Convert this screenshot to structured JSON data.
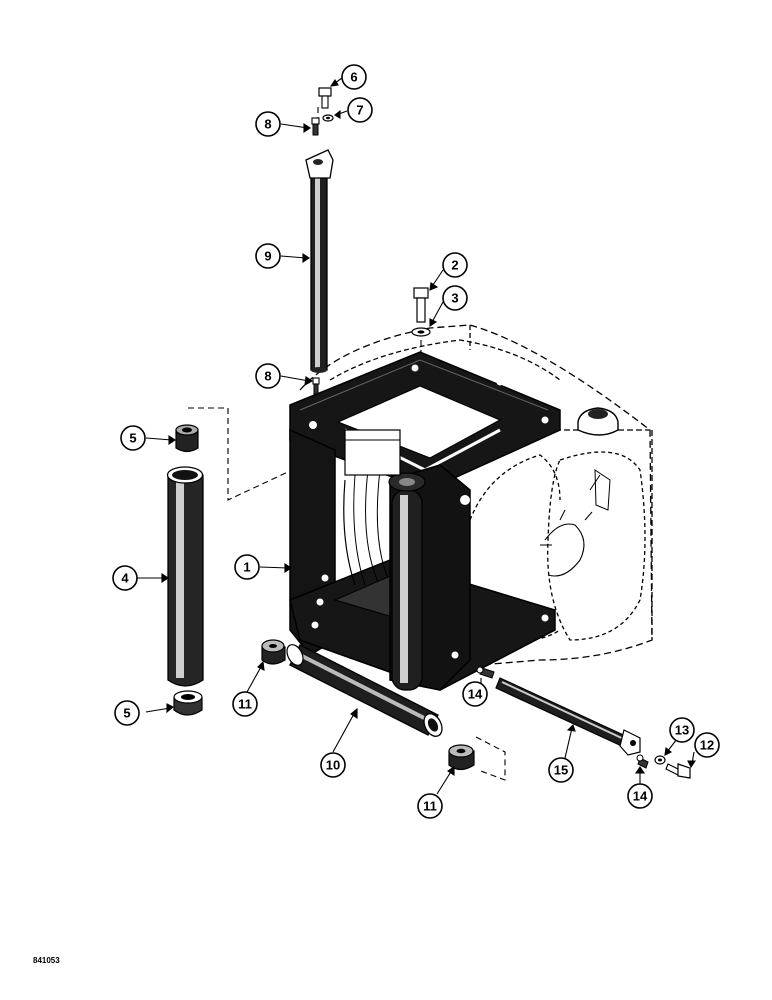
{
  "figure_code": "841053",
  "callouts": [
    {
      "label": "1"
    },
    {
      "label": "2"
    },
    {
      "label": "3"
    },
    {
      "label": "4"
    },
    {
      "label": "5"
    },
    {
      "label": "5"
    },
    {
      "label": "6"
    },
    {
      "label": "7"
    },
    {
      "label": "8"
    },
    {
      "label": "8"
    },
    {
      "label": "9"
    },
    {
      "label": "10"
    },
    {
      "label": "11"
    },
    {
      "label": "11"
    },
    {
      "label": "12"
    },
    {
      "label": "13"
    },
    {
      "label": "14"
    },
    {
      "label": "14"
    },
    {
      "label": "15"
    }
  ],
  "colors": {
    "ink": "#000000",
    "paper": "#ffffff",
    "shade": "#1a1a1a",
    "mid": "#555555"
  }
}
